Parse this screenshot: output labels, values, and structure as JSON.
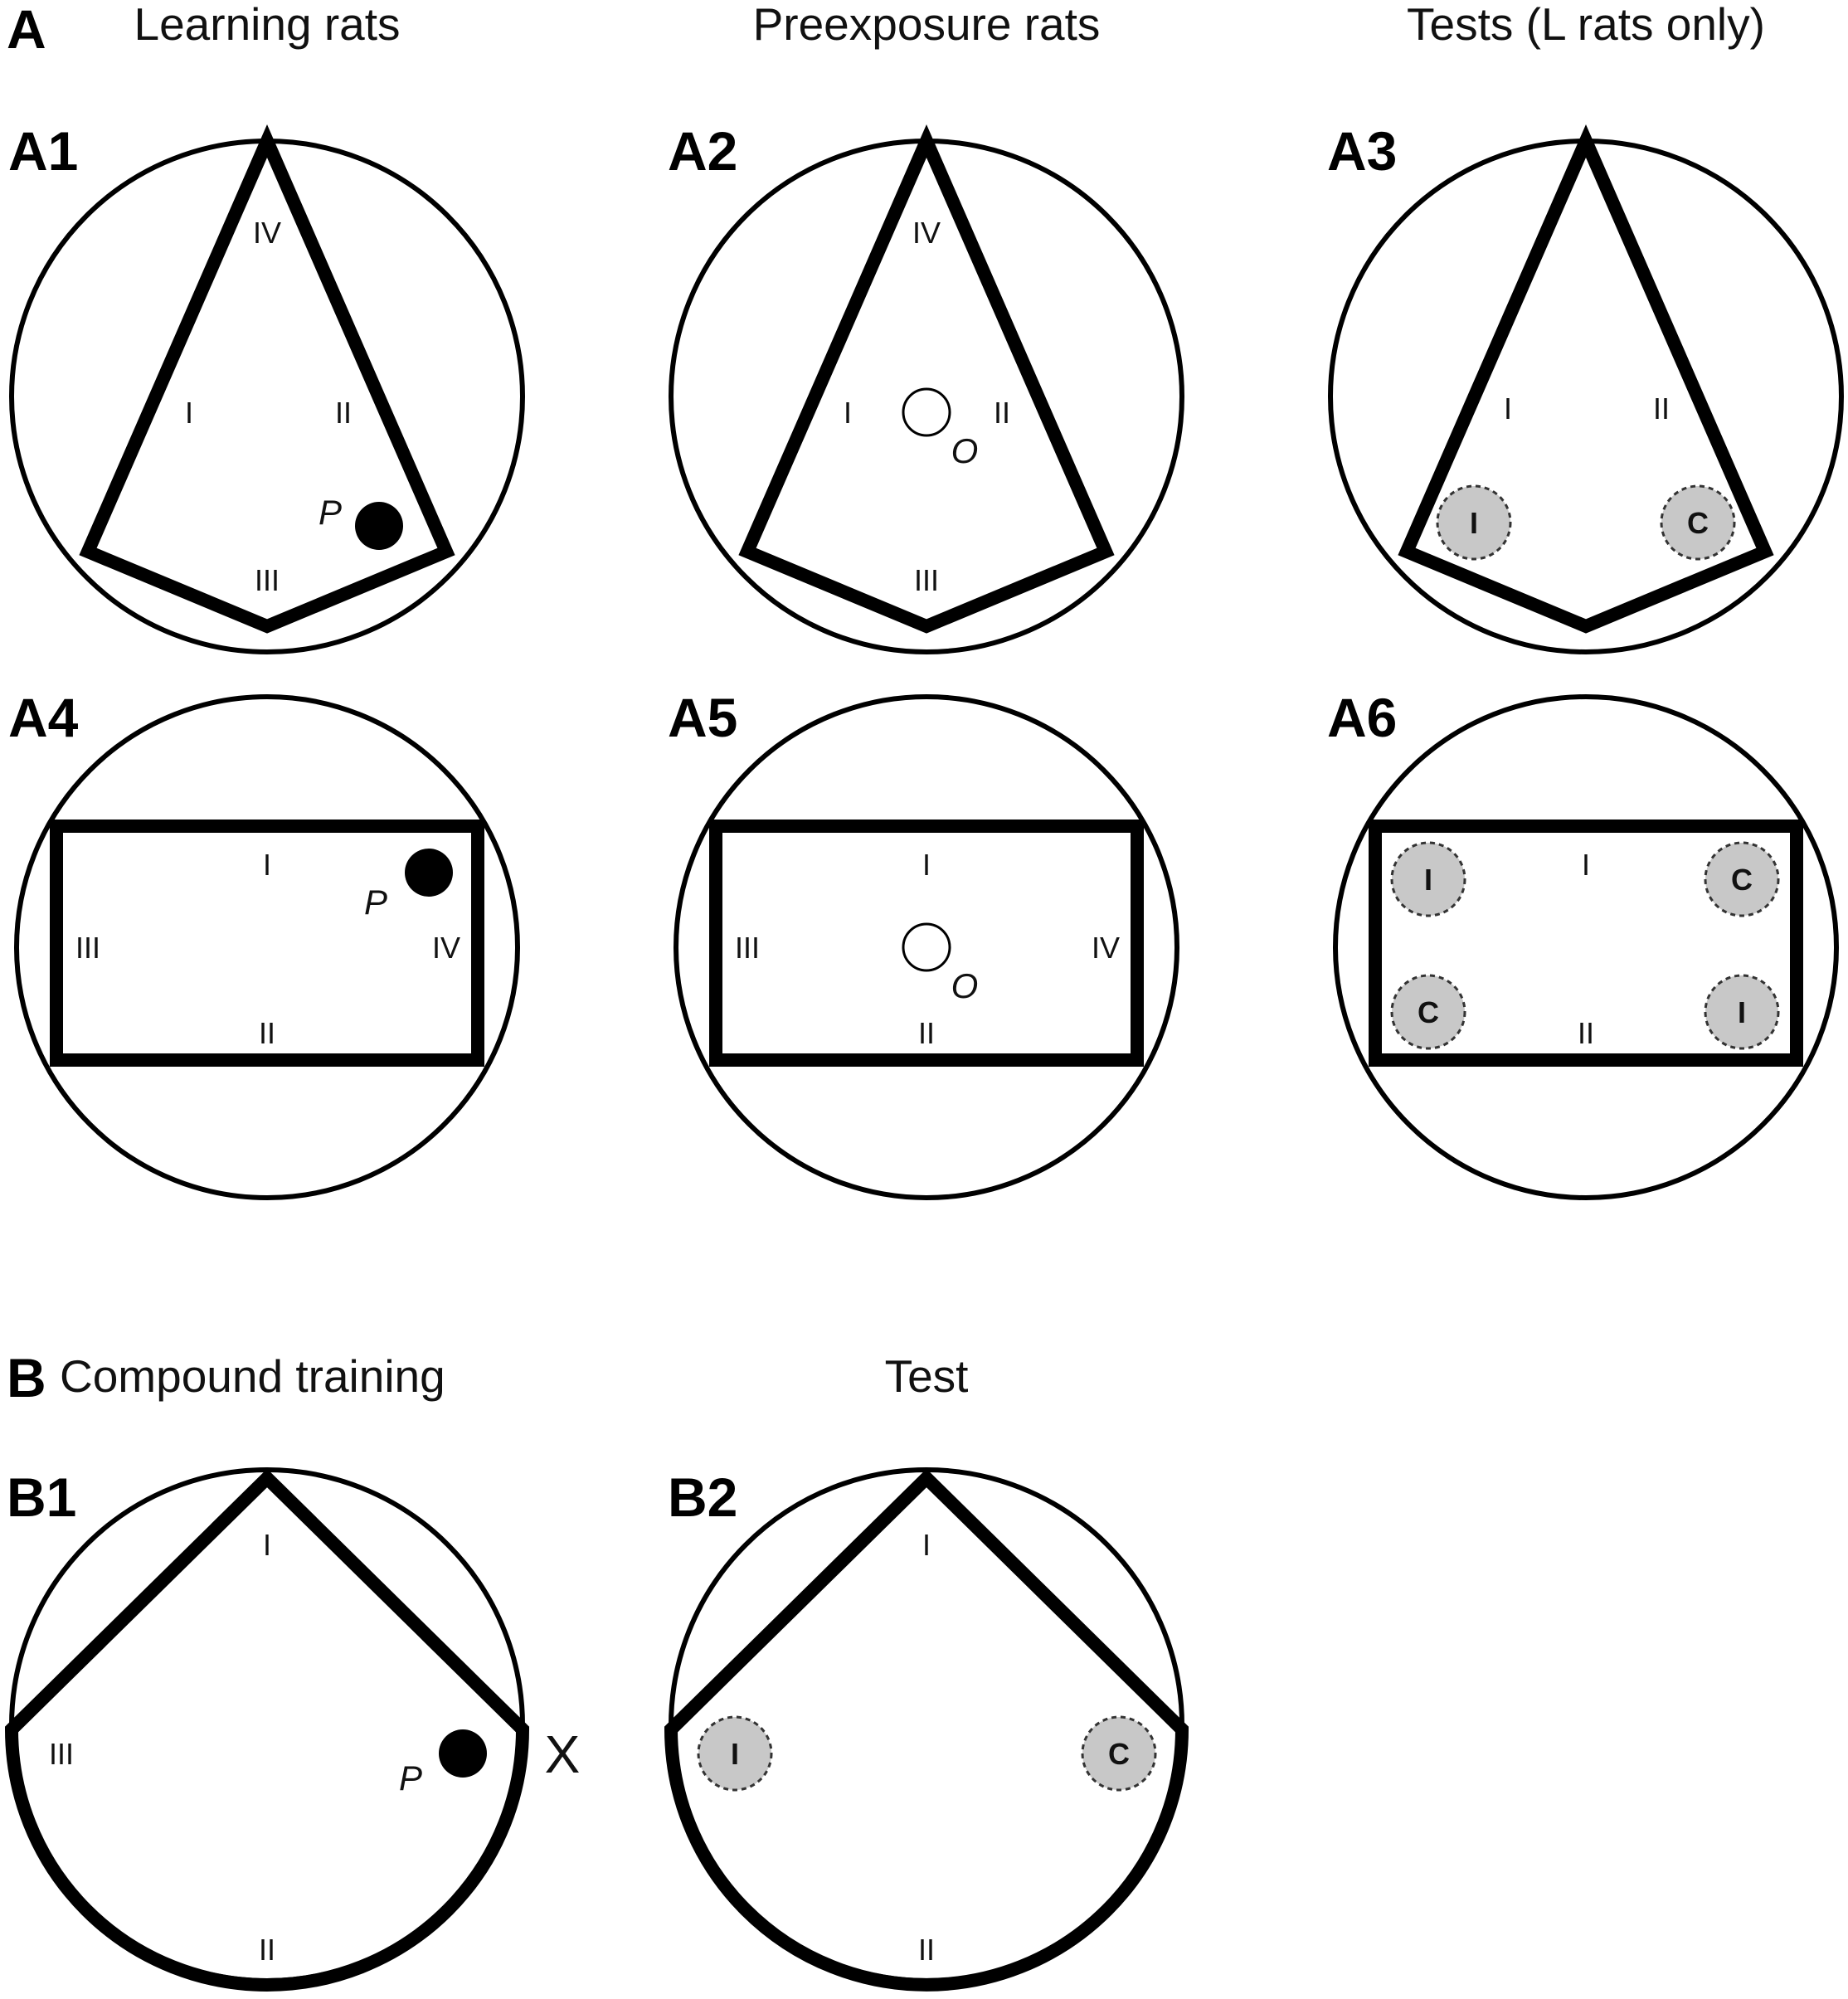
{
  "section_labels": {
    "a": "A",
    "b": "B"
  },
  "headers": {
    "learning": "Learning rats",
    "preexposure": "Preexposure rats",
    "tests": "Tests (L rats only)",
    "compound": "Compound training",
    "test": "Test"
  },
  "panels": {
    "a1": {
      "label": "A1",
      "region_iv": "IV",
      "region_i": "I",
      "region_ii": "II",
      "region_iii": "III",
      "platform_label": "P"
    },
    "a2": {
      "label": "A2",
      "region_iv": "IV",
      "region_i": "I",
      "region_ii": "II",
      "region_iii": "III",
      "object_label": "O"
    },
    "a3": {
      "label": "A3",
      "region_i": "I",
      "region_ii": "II",
      "marker_left": "I",
      "marker_right": "C"
    },
    "a4": {
      "label": "A4",
      "region_i": "I",
      "region_ii": "II",
      "region_iii": "III",
      "region_iv": "IV",
      "platform_label": "P"
    },
    "a5": {
      "label": "A5",
      "region_i": "I",
      "region_ii": "II",
      "region_iii": "III",
      "region_iv": "IV",
      "object_label": "O"
    },
    "a6": {
      "label": "A6",
      "region_i": "I",
      "region_ii": "II",
      "marker_top_left": "I",
      "marker_top_right": "C",
      "marker_bottom_left": "C",
      "marker_bottom_right": "I"
    },
    "b1": {
      "label": "B1",
      "region_i": "I",
      "region_ii": "II",
      "region_iii": "III",
      "platform_label": "P",
      "x_label": "X"
    },
    "b2": {
      "label": "B2",
      "region_i": "I",
      "region_ii": "II",
      "marker_left": "I",
      "marker_right": "C"
    }
  },
  "colors": {
    "stroke": "#000000",
    "marker_fill": "#c8c8c8",
    "background": "#ffffff"
  }
}
